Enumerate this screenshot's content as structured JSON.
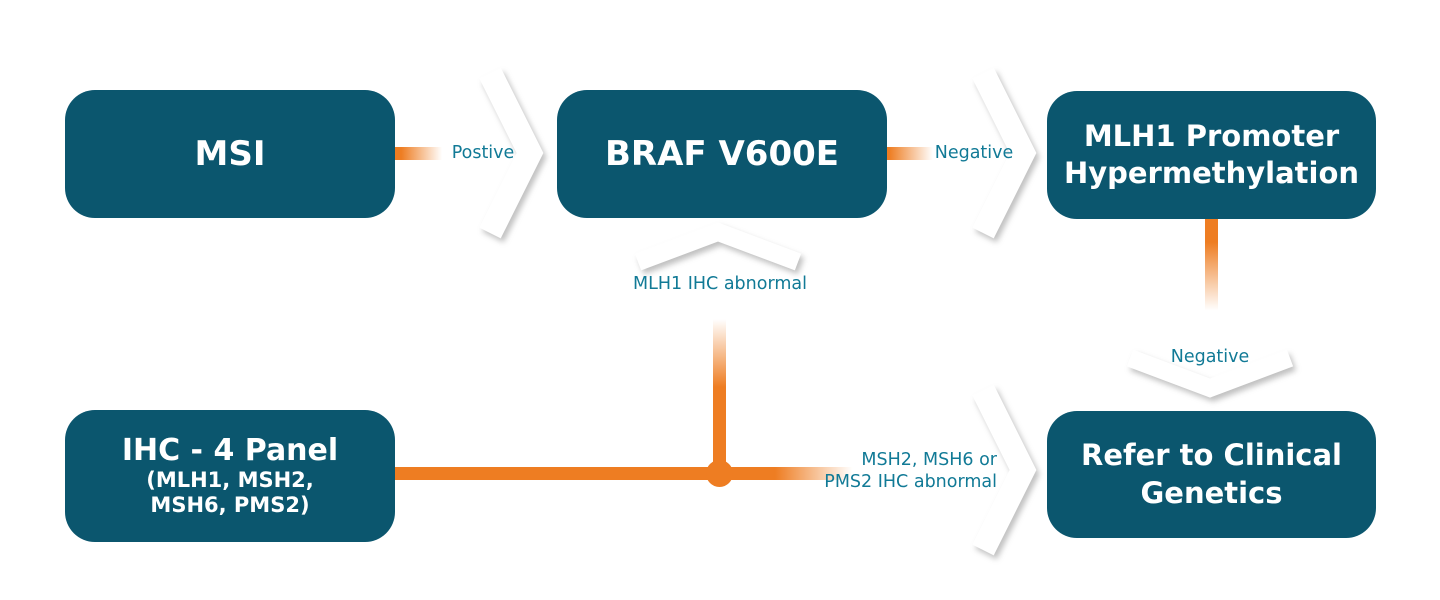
{
  "colors": {
    "node_fill": "#0b566e",
    "node_text": "#ffffff",
    "connector_orange": "#ee7d22",
    "edge_label_teal": "#117a96"
  },
  "nodes": {
    "msi": {
      "label": "MSI"
    },
    "braf": {
      "label": "BRAF V600E"
    },
    "mlh1_promoter": {
      "label": "MLH1 Promoter\nHypermethylation"
    },
    "ihc_panel": {
      "title": "IHC - 4 Panel",
      "subtitle": "(MLH1, MSH2,\nMSH6, PMS2)"
    },
    "refer_genetics": {
      "label": "Refer to Clinical\nGenetics"
    }
  },
  "edge_labels": {
    "msi_to_braf": "Postive",
    "braf_to_mlh1": "Negative",
    "braf_to_junction": "MLH1 IHC abnormal",
    "mlh1_to_refer": "Negative",
    "ihc_to_refer": "MSH2, MSH6 or\nPMS2 IHC abnormal"
  }
}
